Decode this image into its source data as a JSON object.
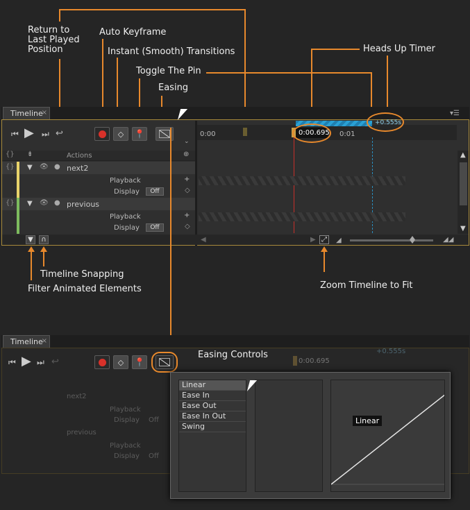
{
  "callouts": {
    "return_last_played": "Return to\nLast Played\nPosition",
    "auto_keyframe": "Auto Keyframe",
    "instant_transitions": "Instant (Smooth) Transitions",
    "toggle_pin": "Toggle The Pin",
    "easing": "Easing",
    "heads_up_timer": "Heads Up Timer",
    "timeline_snapping": "Timeline Snapping",
    "filter_animated": "Filter Animated Elements",
    "zoom_fit": "Zoom Timeline to Fit",
    "easing_controls": "Easing Controls"
  },
  "panel": {
    "tab_label": "Timeline",
    "tab_close": "×",
    "ruler": {
      "t0": "0:00",
      "t1": "0:01",
      "playhead_time": "0:00.695",
      "pin_delta": "+0.555s"
    },
    "actions_label": "Actions",
    "elements": [
      {
        "name": "next2",
        "color": "#e8d36a",
        "props": [
          "Playback",
          "Display"
        ],
        "display_value": "Off"
      },
      {
        "name": "previous",
        "color": "#7dbb5e",
        "props": [
          "Playback",
          "Display"
        ],
        "display_value": "Off"
      }
    ]
  },
  "panel2": {
    "tab_label": "Timeline",
    "tab_close": "×",
    "playhead_time": "0:00.695",
    "pin_delta": "+0.555s",
    "row1": "next2",
    "row2": "previous",
    "prop1": "Playback",
    "prop2": "Display",
    "off": "Off"
  },
  "easing_popup": {
    "options": [
      "Linear",
      "Ease In",
      "Ease Out",
      "Ease In Out",
      "Swing"
    ],
    "selected": "Linear",
    "preview_label": "Linear"
  },
  "colors": {
    "accent": "#e8892c",
    "playhead": "#c8302a",
    "heads_up": "#2a8fc0"
  }
}
